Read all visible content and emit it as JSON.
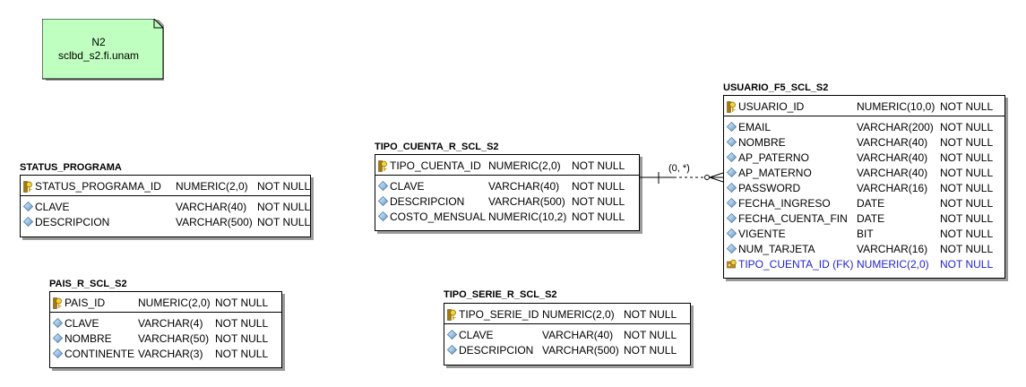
{
  "note": {
    "line1": "N2",
    "line2": "sclbd_s2.fi.unam"
  },
  "tables": {
    "status_programa": {
      "name": "STATUS_PROGRAMA",
      "pk": [
        {
          "name": "STATUS_PROGRAMA_ID",
          "type": "NUMERIC(2,0)",
          "null": "NOT NULL"
        }
      ],
      "cols": [
        {
          "name": "CLAVE",
          "type": "VARCHAR(40)",
          "null": "NOT NULL"
        },
        {
          "name": "DESCRIPCION",
          "type": "VARCHAR(500)",
          "null": "NOT NULL"
        }
      ]
    },
    "pais": {
      "name": "PAIS_R_SCL_S2",
      "pk": [
        {
          "name": "PAIS_ID",
          "type": "NUMERIC(2,0)",
          "null": "NOT NULL"
        }
      ],
      "cols": [
        {
          "name": "CLAVE",
          "type": "VARCHAR(4)",
          "null": "NOT NULL"
        },
        {
          "name": "NOMBRE",
          "type": "VARCHAR(50)",
          "null": "NOT NULL"
        },
        {
          "name": "CONTINENTE",
          "type": "VARCHAR(3)",
          "null": "NOT NULL"
        }
      ]
    },
    "tipo_cuenta": {
      "name": "TIPO_CUENTA_R_SCL_S2",
      "pk": [
        {
          "name": "TIPO_CUENTA_ID",
          "type": "NUMERIC(2,0)",
          "null": "NOT NULL"
        }
      ],
      "cols": [
        {
          "name": "CLAVE",
          "type": "VARCHAR(40)",
          "null": "NOT NULL"
        },
        {
          "name": "DESCRIPCION",
          "type": "VARCHAR(500)",
          "null": "NOT NULL"
        },
        {
          "name": "COSTO_MENSUAL",
          "type": "NUMERIC(10,2)",
          "null": "NOT NULL"
        }
      ]
    },
    "tipo_serie": {
      "name": "TIPO_SERIE_R_SCL_S2",
      "pk": [
        {
          "name": "TIPO_SERIE_ID",
          "type": "NUMERIC(2,0)",
          "null": "NOT NULL"
        }
      ],
      "cols": [
        {
          "name": "CLAVE",
          "type": "VARCHAR(40)",
          "null": "NOT NULL"
        },
        {
          "name": "DESCRIPCION",
          "type": "VARCHAR(500)",
          "null": "NOT NULL"
        }
      ]
    },
    "usuario": {
      "name": "USUARIO_F5_SCL_S2",
      "pk": [
        {
          "name": "USUARIO_ID",
          "type": "NUMERIC(10,0)",
          "null": "NOT NULL"
        }
      ],
      "cols": [
        {
          "name": "EMAIL",
          "type": "VARCHAR(200)",
          "null": "NOT NULL"
        },
        {
          "name": "NOMBRE",
          "type": "VARCHAR(40)",
          "null": "NOT NULL"
        },
        {
          "name": "AP_PATERNO",
          "type": "VARCHAR(40)",
          "null": "NOT NULL"
        },
        {
          "name": "AP_MATERNO",
          "type": "VARCHAR(40)",
          "null": "NOT NULL"
        },
        {
          "name": "PASSWORD",
          "type": "VARCHAR(16)",
          "null": "NOT NULL"
        },
        {
          "name": "FECHA_INGRESO",
          "type": "DATE",
          "null": "NOT NULL"
        },
        {
          "name": "FECHA_CUENTA_FIN",
          "type": "DATE",
          "null": "NOT NULL"
        },
        {
          "name": "VIGENTE",
          "type": "BIT",
          "null": "NOT NULL"
        },
        {
          "name": "NUM_TARJETA",
          "type": "VARCHAR(16)",
          "null": "NOT NULL"
        },
        {
          "name": "TIPO_CUENTA_ID (FK)",
          "type": "NUMERIC(2,0)",
          "null": "NOT NULL",
          "fk": true
        }
      ]
    }
  },
  "relationship": {
    "cardinality": "(0, *)"
  },
  "colors": {
    "note_fill": "#bfffbf",
    "fk_text": "#1f1fd0",
    "shadow": "#9a9a9a"
  }
}
